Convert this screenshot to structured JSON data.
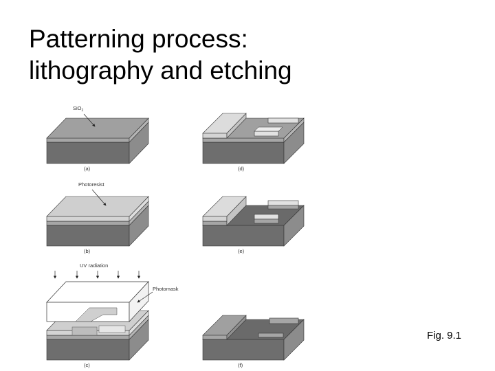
{
  "slide": {
    "title_line1": "Patterning process:",
    "title_line2": "lithography and etching",
    "figure_caption": "Fig. 9.1"
  },
  "diagram": {
    "labels": {
      "sio2_main": "SiO",
      "sio2_sub": "2",
      "photoresist": "Photoresist",
      "uv_radiation": "UV radiation",
      "photomask": "Photomask"
    },
    "panels": {
      "a": "(a)",
      "b": "(b)",
      "c": "(c)",
      "d": "(d)",
      "e": "(e)",
      "f": "(f)"
    },
    "colors": {
      "substrate_front": "#6e6e6e",
      "substrate_side": "#8c8c8c",
      "oxide": "#a6a6a6",
      "resist": "#d4d4d4",
      "mask": "#ffffff"
    }
  }
}
